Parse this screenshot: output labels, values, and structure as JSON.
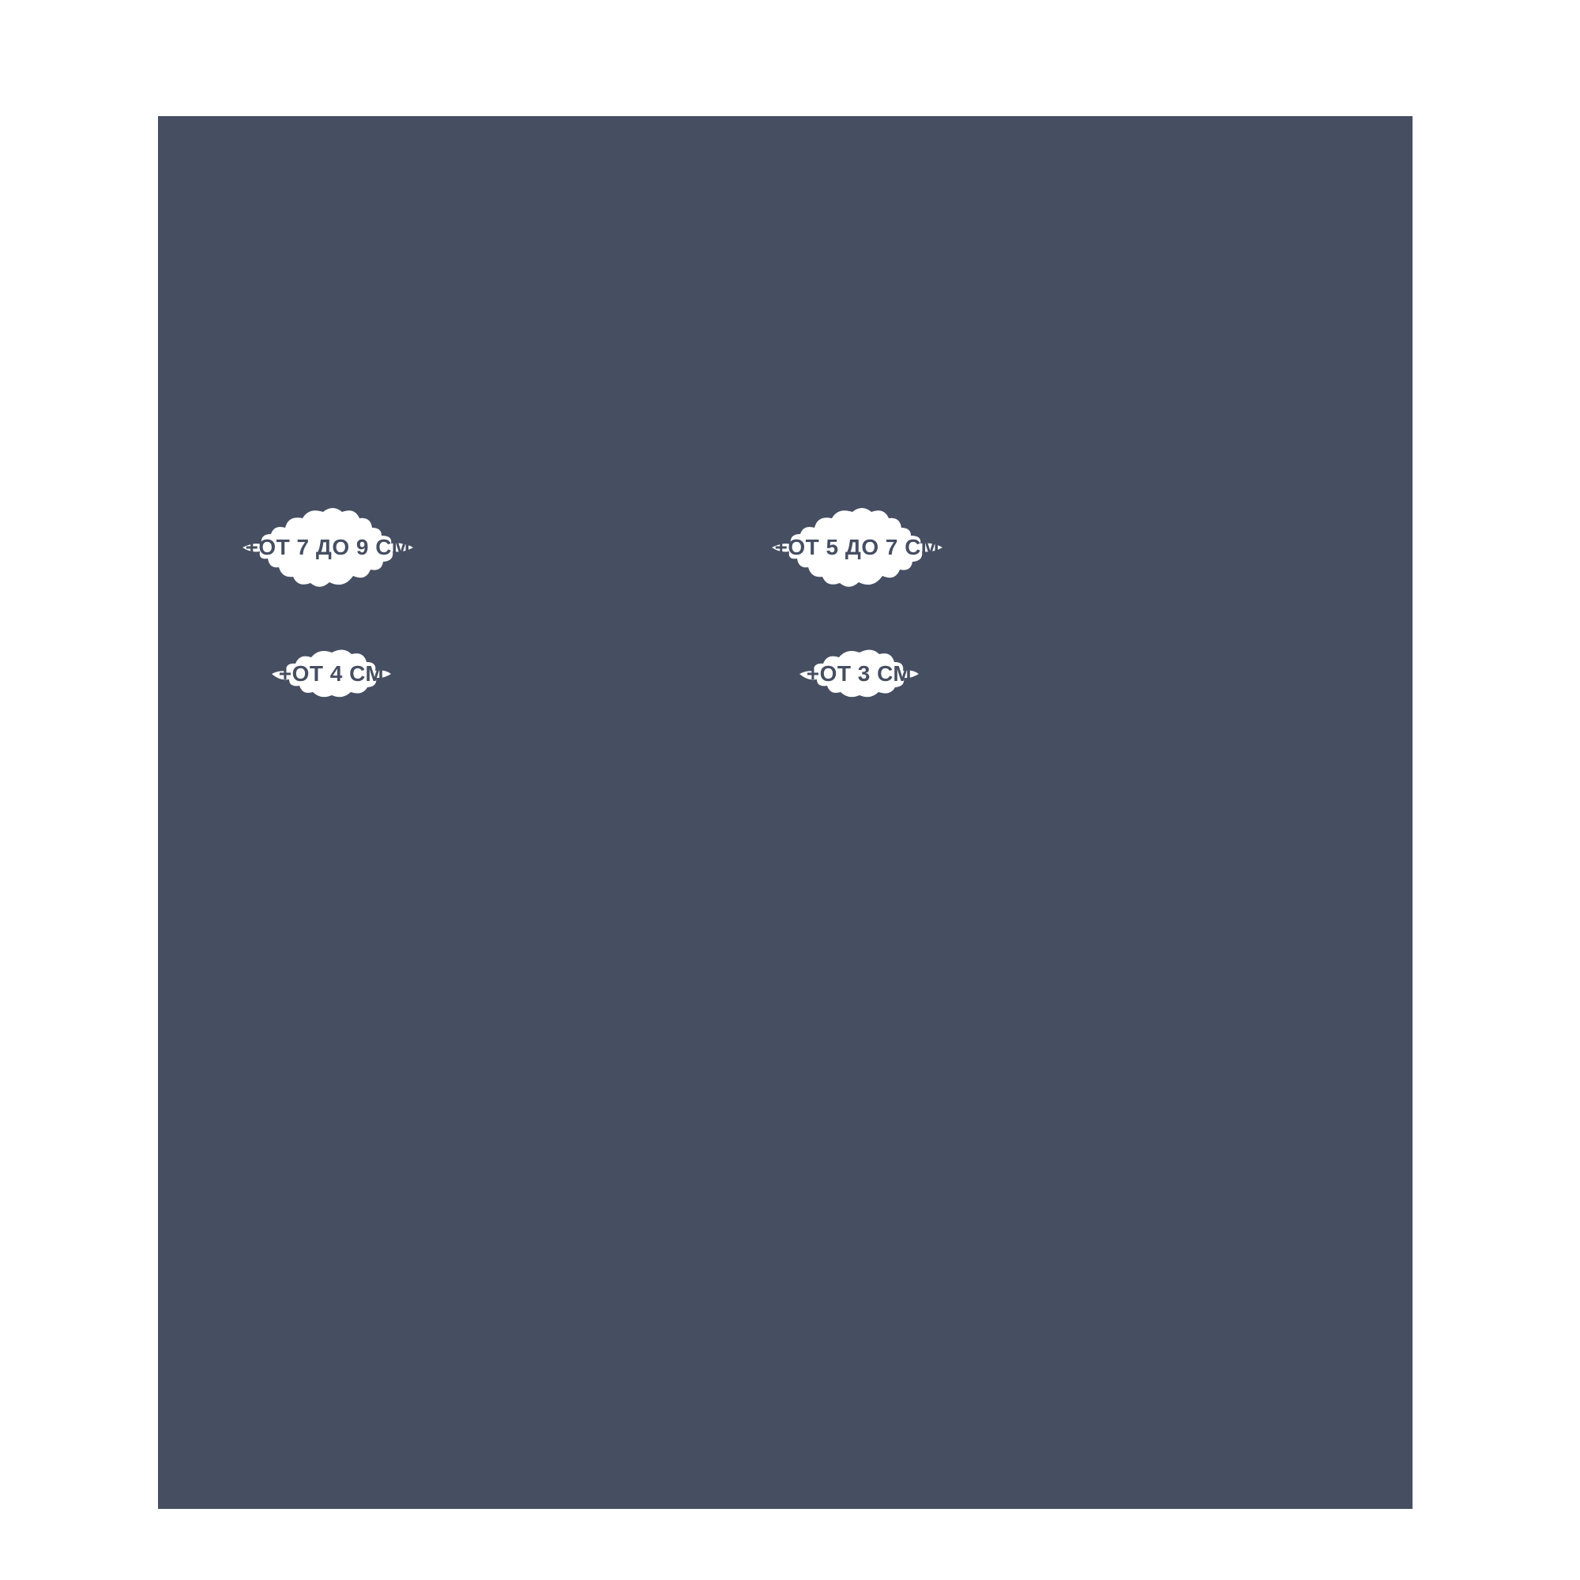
{
  "page": {
    "background_color": "#ffffff",
    "panel_color": "#464e62",
    "label_text_color": "#464e62",
    "blob_color": "#ffffff"
  },
  "labels": [
    {
      "text": "+ОТ 7 ДО 9 СМ"
    },
    {
      "text": "+ОТ 5 ДО 7 СМ"
    },
    {
      "text": "+ОТ 4 СМ"
    },
    {
      "text": "+ОТ 3 СМ"
    }
  ]
}
